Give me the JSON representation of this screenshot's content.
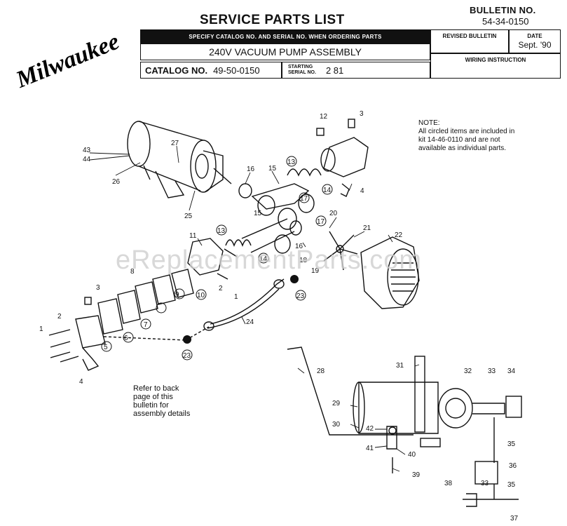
{
  "header": {
    "brand": "Milwaukee",
    "title": "SERVICE PARTS LIST",
    "bulletin_label": "BULLETIN NO.",
    "bulletin_number": "54-34-0150",
    "order_bar": "SPECIFY CATALOG NO. AND SERIAL NO. WHEN ORDERING PARTS",
    "assembly_name": "240V VACUUM PUMP ASSEMBLY",
    "catalog_label": "CATALOG NO.",
    "catalog_number": "49-50-0150",
    "serial_label_line1": "STARTING",
    "serial_label_line2": "SERIAL NO.",
    "serial_number": "2 81",
    "revised_label": "REVISED BULLETIN",
    "date_label": "DATE",
    "date_value": "Sept. '90",
    "wiring_label": "WIRING INSTRUCTION"
  },
  "note": {
    "line1": "NOTE:",
    "line2": "All circled items are included in",
    "line3": "kit 14-46-0110 and are not",
    "line4": "available as individual parts."
  },
  "refer": {
    "line1": "Refer to back",
    "line2": "page of this",
    "line3": "bulletin for",
    "line4": "assembly details"
  },
  "watermark": "eReplacementParts.com",
  "part_labels": {
    "p1a": "1",
    "p1b": "1",
    "p2a": "2",
    "p2b": "2",
    "p3a": "3",
    "p3b": "3",
    "p4a": "4",
    "p4b": "4",
    "p5": "5",
    "p6": "6",
    "p7": "7",
    "p8": "8",
    "p9": "9",
    "p10": "10",
    "p11": "11",
    "p12": "12",
    "p13a": "13",
    "p13b": "13",
    "p14a": "14",
    "p14b": "14",
    "p15a": "15",
    "p15b": "15",
    "p16a": "16",
    "p16b": "16",
    "p17a": "17",
    "p17b": "17",
    "p18": "18",
    "p19": "19",
    "p20": "20",
    "p21": "21",
    "p22": "22",
    "p23a": "23",
    "p23b": "23",
    "p24": "24",
    "p25": "25",
    "p26": "26",
    "p27": "27",
    "p28": "28",
    "p29": "29",
    "p30": "30",
    "p31": "31",
    "p32": "32",
    "p33a": "33",
    "p33b": "33",
    "p34": "34",
    "p35a": "35",
    "p35b": "35",
    "p36": "36",
    "p37": "37",
    "p38": "38",
    "p39": "39",
    "p40": "40",
    "p41": "41",
    "p42": "42",
    "p43": "43",
    "p44": "44"
  }
}
